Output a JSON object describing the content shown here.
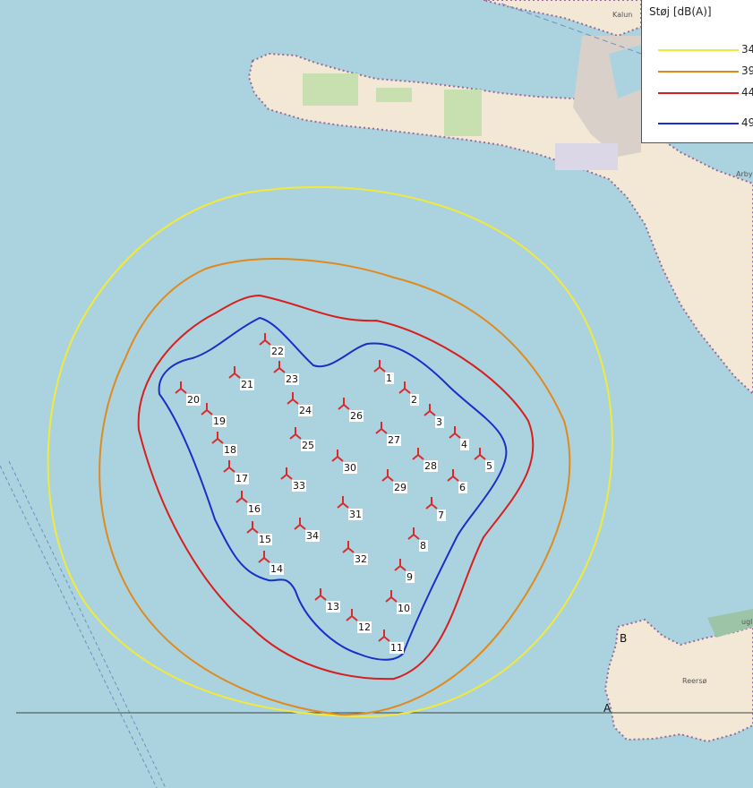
{
  "legend": {
    "title": "Støj [dB(A)]",
    "items": [
      {
        "label": "34",
        "color": "#f2e93a"
      },
      {
        "label": "39",
        "color": "#e08a1e"
      },
      {
        "label": "44",
        "color": "#d81e1e"
      },
      {
        "label": "49",
        "color": "#1a2fc7"
      }
    ]
  },
  "places": {
    "kalundborg": "Kalun",
    "arby": "Arby",
    "reerso": "Reersø",
    "mid_right": "ugl"
  },
  "points": {
    "a": "A",
    "b": "B"
  },
  "colors": {
    "sea": "#aad3df",
    "land": "#f2e8d5",
    "park": "#c8dfb0",
    "urban": "#d9d0c9",
    "turbine": "#d92b2b"
  },
  "turbines": [
    "1",
    "2",
    "3",
    "4",
    "5",
    "6",
    "7",
    "8",
    "9",
    "10",
    "11",
    "12",
    "13",
    "14",
    "15",
    "16",
    "17",
    "18",
    "19",
    "20",
    "21",
    "22",
    "23",
    "24",
    "25",
    "26",
    "27",
    "28",
    "29",
    "30",
    "31",
    "32",
    "33",
    "34"
  ]
}
